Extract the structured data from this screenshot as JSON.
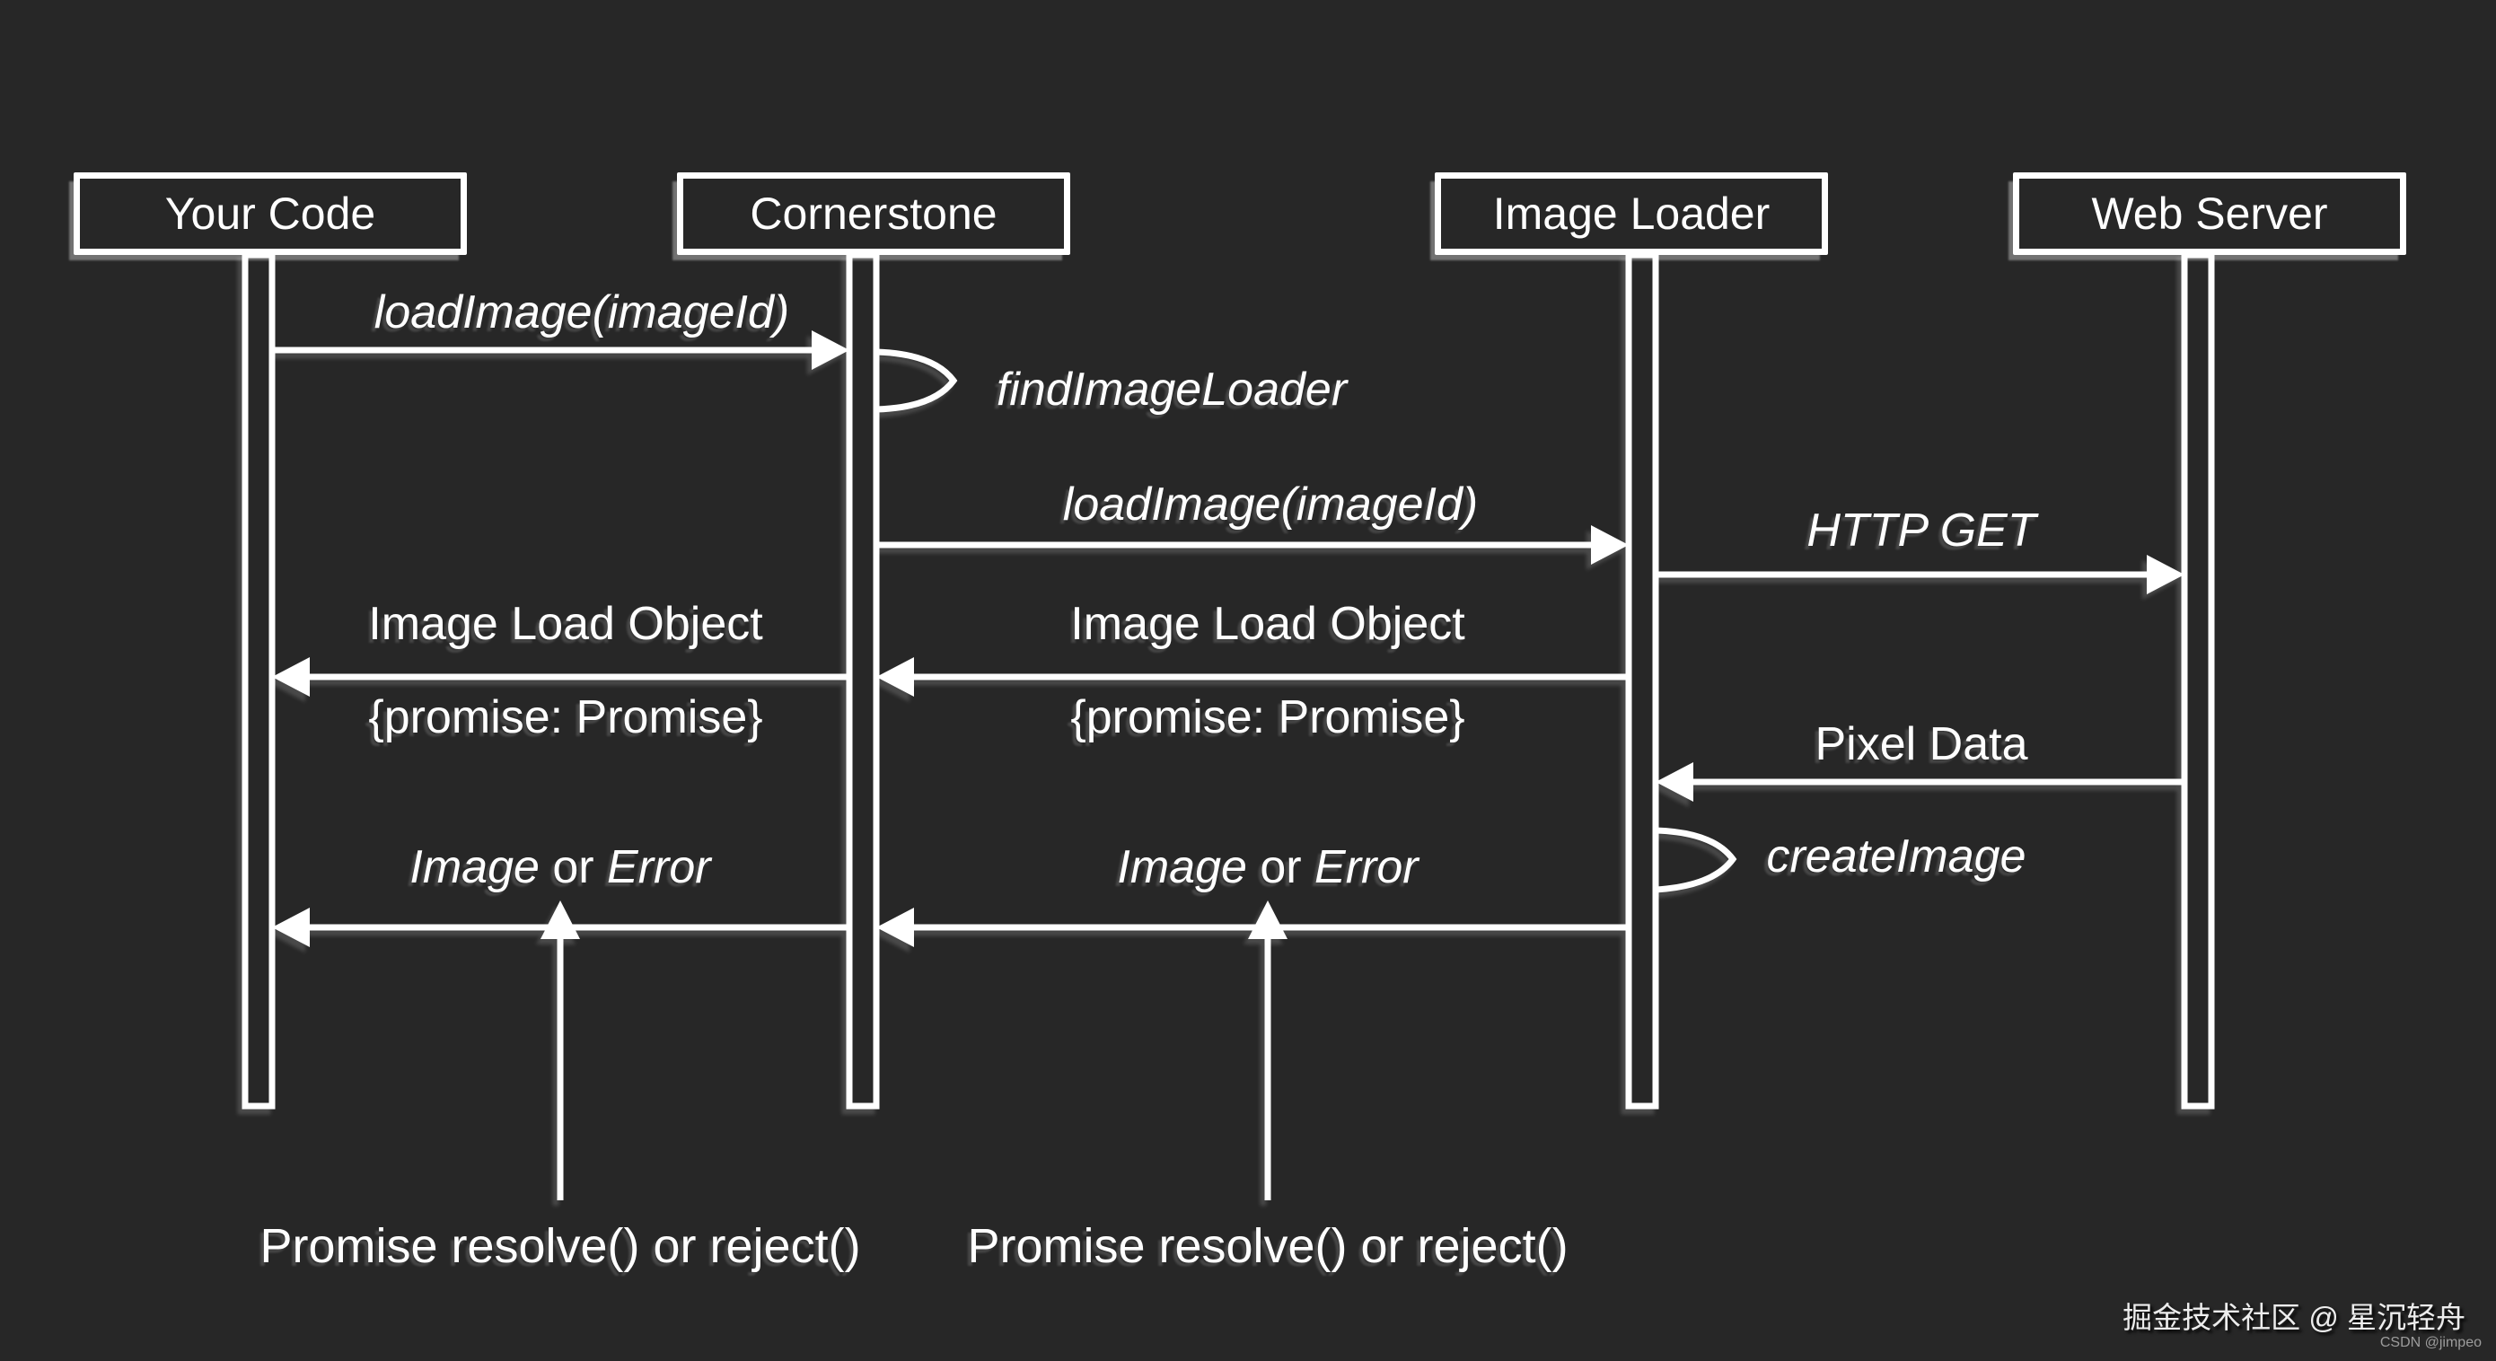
{
  "colors": {
    "background": "#272727",
    "stroke": "#ffffff",
    "watermark_secondary_color": "#9c9c9c"
  },
  "actors": [
    {
      "label": "Your Code"
    },
    {
      "label": "Cornerstone"
    },
    {
      "label": "Image Loader"
    },
    {
      "label": "Web Server"
    }
  ],
  "messages": [
    {
      "id": "load-image-1",
      "label": "loadImage(imageId)",
      "from": "Your Code",
      "to": "Cornerstone",
      "style": "italic"
    },
    {
      "id": "find-image-loader",
      "label": "findImageLoader",
      "type": "self-call",
      "actor": "Cornerstone",
      "style": "italic"
    },
    {
      "id": "load-image-2",
      "label": "loadImage(imageId)",
      "from": "Cornerstone",
      "to": "Image Loader",
      "style": "italic"
    },
    {
      "id": "http-get",
      "label": "HTTP GET",
      "from": "Image Loader",
      "to": "Web Server",
      "style": "italic"
    },
    {
      "id": "image-load-object-1",
      "label": "Image Load Object",
      "label2": "{promise: Promise}",
      "from": "Cornerstone",
      "to": "Your Code"
    },
    {
      "id": "image-load-object-2",
      "label": "Image Load Object",
      "label2": "{promise: Promise}",
      "from": "Image Loader",
      "to": "Cornerstone"
    },
    {
      "id": "pixel-data",
      "label": "Pixel Data",
      "from": "Web Server",
      "to": "Image Loader"
    },
    {
      "id": "create-image",
      "label": "createImage",
      "type": "self-call",
      "actor": "Image Loader",
      "style": "italic"
    },
    {
      "id": "image-or-error-1",
      "label_parts": [
        "Image",
        " or ",
        "Error"
      ],
      "from": "Cornerstone",
      "to": "Your Code"
    },
    {
      "id": "image-or-error-2",
      "label_parts": [
        "Image",
        " or ",
        "Error"
      ],
      "from": "Image Loader",
      "to": "Cornerstone"
    },
    {
      "id": "promise-callback-1",
      "label": "Promise resolve() or reject()",
      "type": "callback",
      "into": "image-or-error-1"
    },
    {
      "id": "promise-callback-2",
      "label": "Promise resolve() or reject()",
      "type": "callback",
      "into": "image-or-error-2"
    }
  ],
  "watermark": {
    "primary": "掘金技术社区 @ 星沉轻舟",
    "secondary": "CSDN @jimpeo"
  }
}
